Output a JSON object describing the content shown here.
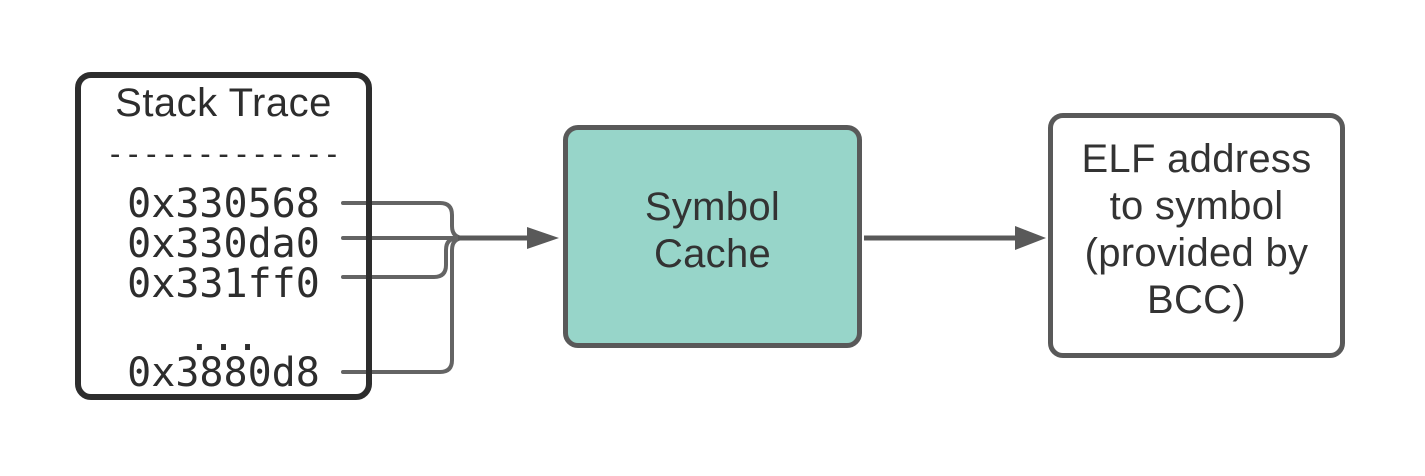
{
  "diagram": {
    "stack_box": {
      "title": "Stack Trace",
      "divider": "-------------",
      "lines": [
        "0x330568",
        "0x330da0",
        "0x331ff0",
        "...",
        "0x3880d8"
      ]
    },
    "cache_box": {
      "label": "Symbol\nCache"
    },
    "elf_box": {
      "label": "ELF address\nto symbol\n(provided by\nBCC)"
    },
    "colors": {
      "stack_border": "#2d2d2d",
      "box_border": "#595959",
      "cache_fill": "#97d5c9",
      "connector_line": "#646464",
      "arrow": "#595959",
      "text": "#333333"
    }
  }
}
